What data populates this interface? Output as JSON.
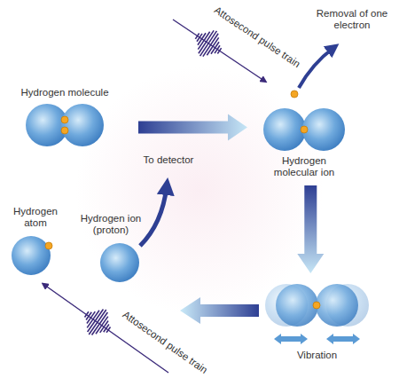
{
  "diagram": {
    "nodes": [
      {
        "text": [
          "Hydrogen molecule"
        ]
      },
      {
        "text": [
          "Hydrogen molecular ion"
        ]
      },
      {
        "text": [
          "Vibration"
        ]
      },
      {
        "text": [
          "Hydrogen atom"
        ]
      },
      {
        "text": [
          "Hydrogen ion (proton)"
        ]
      }
    ],
    "edges": [
      {
        "from": 0,
        "to": 1,
        "arrow": "to"
      },
      {
        "from": 1,
        "to": 2,
        "arrow": "to"
      }
    ],
    "labels": [
      "Attosecond pulse train",
      "Removal of one electron",
      "To detector",
      "Attosecond pulse train"
    ]
  }
}
